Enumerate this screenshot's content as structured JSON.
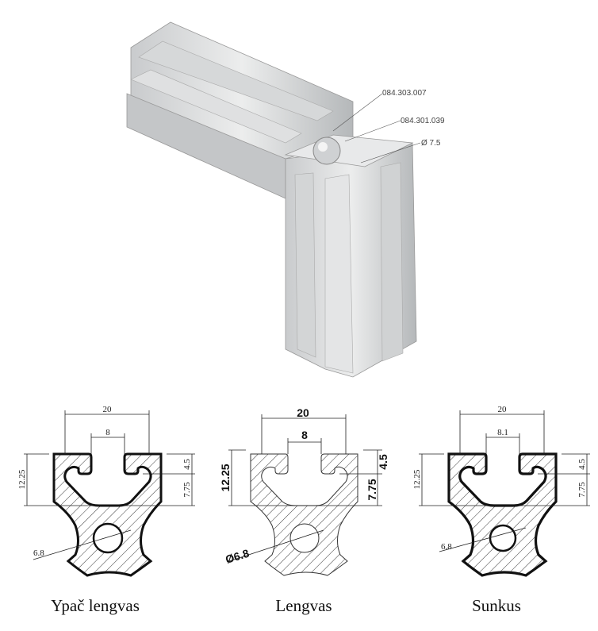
{
  "assembly": {
    "callouts": [
      "084.303.007",
      "084.301.039",
      "Ø 7.5"
    ]
  },
  "profiles": [
    {
      "caption": "Ypač lengvas",
      "width": "20",
      "slot": "8",
      "height": "12.25",
      "lip": "4.5",
      "depth": "7.75",
      "hole": "6.8"
    },
    {
      "caption": "Lengvas",
      "width": "20",
      "slot": "8",
      "height": "12.25",
      "lip": "4.5",
      "depth": "7.75",
      "hole": "Ø6.8"
    },
    {
      "caption": "Sunkus",
      "width": "20",
      "slot": "8.1",
      "height": "12.25",
      "lip": "4.5",
      "depth": "7.75",
      "hole": "6.8"
    }
  ]
}
